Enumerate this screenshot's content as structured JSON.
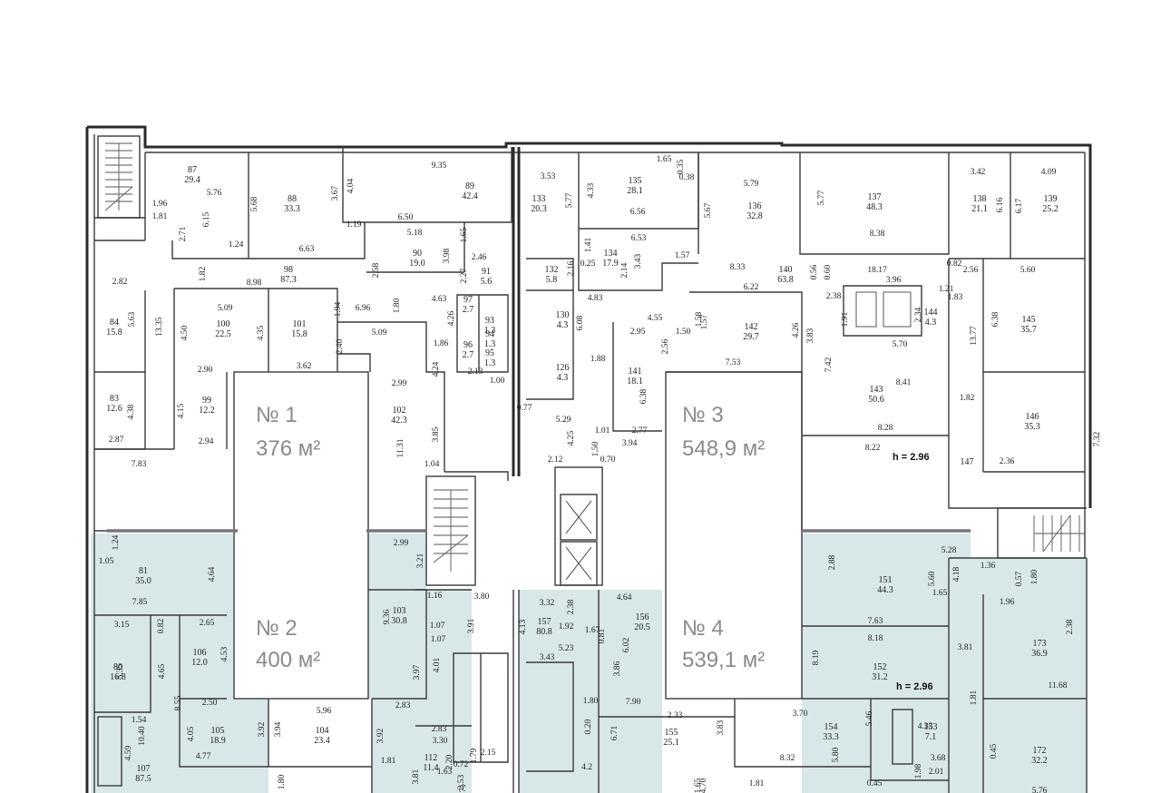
{
  "colors": {
    "shaded_zone": "#d8e7e7",
    "walls": "#3a3a3a",
    "divider": "#7a7a7a",
    "unit_label": "#8a8a8a"
  },
  "units": [
    {
      "id": "u1",
      "title": "№ 1",
      "area": "376 м²"
    },
    {
      "id": "u2",
      "title": "№ 2",
      "area": "400 м²"
    },
    {
      "id": "u3",
      "title": "№ 3",
      "area": "548,9 м²"
    },
    {
      "id": "u4",
      "title": "№ 4",
      "area": "539,1 м²"
    }
  ],
  "heights": [
    "h = 2.96",
    "h = 2.96"
  ],
  "rooms": [
    {
      "num": "87",
      "area": "29.4"
    },
    {
      "num": "88",
      "area": "33.3"
    },
    {
      "num": "89",
      "area": "42.4"
    },
    {
      "num": "90",
      "area": "19.0"
    },
    {
      "num": "91",
      "area": "5.6"
    },
    {
      "num": "98",
      "area": "87.3"
    },
    {
      "num": "84",
      "area": "15.8"
    },
    {
      "num": "100",
      "area": "22.5"
    },
    {
      "num": "101",
      "area": "15.8"
    },
    {
      "num": "83",
      "area": "12.6"
    },
    {
      "num": "99",
      "area": "12.2"
    },
    {
      "num": "102",
      "area": "42.3"
    },
    {
      "num": "97",
      "area": "2.7"
    },
    {
      "num": "96",
      "area": "2.7"
    },
    {
      "num": "93",
      "area": "1.3"
    },
    {
      "num": "94",
      "area": "1.3"
    },
    {
      "num": "95",
      "area": "1.3"
    },
    {
      "num": "133",
      "area": "20.3"
    },
    {
      "num": "135",
      "area": "28.1"
    },
    {
      "num": "136",
      "area": "32.8"
    },
    {
      "num": "137",
      "area": "48.3"
    },
    {
      "num": "138",
      "area": "21.1"
    },
    {
      "num": "139",
      "area": "25.2"
    },
    {
      "num": "132",
      "area": "5.8"
    },
    {
      "num": "134",
      "area": "17.9"
    },
    {
      "num": "130",
      "area": "4.3"
    },
    {
      "num": "126",
      "area": "4.3"
    },
    {
      "num": "140",
      "area": "63.8"
    },
    {
      "num": "142",
      "area": "29.7"
    },
    {
      "num": "141",
      "area": "18.1"
    },
    {
      "num": "143",
      "area": "50.6"
    },
    {
      "num": "144",
      "area": "4.3"
    },
    {
      "num": "145",
      "area": "35.7"
    },
    {
      "num": "146",
      "area": "35.3"
    },
    {
      "num": "147",
      "area": ""
    },
    {
      "num": "81",
      "area": "35.0"
    },
    {
      "num": "103",
      "area": "30.8"
    },
    {
      "num": "80",
      "area": "16.8"
    },
    {
      "num": "106",
      "area": "12.0"
    },
    {
      "num": "105",
      "area": "18.9"
    },
    {
      "num": "104",
      "area": "23.4"
    },
    {
      "num": "107",
      "area": "87.5"
    },
    {
      "num": "112",
      "area": "11.4"
    },
    {
      "num": "157",
      "area": "80.8"
    },
    {
      "num": "156",
      "area": "20.5"
    },
    {
      "num": "155",
      "area": "25.1"
    },
    {
      "num": "151",
      "area": "44.3"
    },
    {
      "num": "152",
      "area": "31.2"
    },
    {
      "num": "154",
      "area": "33.3"
    },
    {
      "num": "153",
      "area": "7.1"
    },
    {
      "num": "173",
      "area": "36.9"
    },
    {
      "num": "172",
      "area": "32.2"
    }
  ],
  "dims": [
    "5.76",
    "1.96",
    "1.81",
    "6.15",
    "2.71",
    "1.24",
    "5.68",
    "3.67",
    "4.04",
    "9.35",
    "6.50",
    "1.19",
    "5.18",
    "6.63",
    "1.65",
    "2.58",
    "3.98",
    "2.46",
    "2.27",
    "1.82",
    "8.98",
    "2.82",
    "5.63",
    "5.09",
    "13.35",
    "4.50",
    "4.35",
    "1.94",
    "6.96",
    "1.80",
    "4.63",
    "4.26",
    "2.40",
    "5.09",
    "1.86",
    "4.24",
    "2.90",
    "3.62",
    "2.13",
    "1.00",
    "2.99",
    "4.38",
    "4.15",
    "2.87",
    "2.94",
    "11.31",
    "3.85",
    "7.83",
    "1.04",
    "3.53",
    "5.77",
    "4.33",
    "6.56",
    "1.65",
    "0.35",
    "0.38",
    "5.79",
    "5.67",
    "5.77",
    "3.42",
    "4.09",
    "6.16",
    "6.17",
    "6.53",
    "1.41",
    "0.25",
    "3.43",
    "2.14",
    "2.16",
    "1.57",
    "8.33",
    "8.38",
    "0.56",
    "0.60",
    "18.17",
    "0.82",
    "2.56",
    "3.96",
    "5.60",
    "6.22",
    "2.38",
    "1.21",
    "4.83",
    "6.08",
    "4.55",
    "1.58",
    "1.57",
    "2.95",
    "1.50",
    "2.56",
    "1.91",
    "2.34",
    "1.83",
    "6.38",
    "13.77",
    "3.83",
    "4.26",
    "7.53",
    "5.70",
    "7.42",
    "1.88",
    "8.41",
    "6.38",
    "5.29",
    "1.01",
    "2.77",
    "0.77",
    "4.25",
    "3.94",
    "8.28",
    "1.82",
    "7.32",
    "2.12",
    "0.70",
    "1.50",
    "8.22",
    "2.36",
    "2.99",
    "3.21",
    "1.24",
    "1.05",
    "4.64",
    "7.85",
    "9.36",
    "1.16",
    "3.80",
    "3.32",
    "2.38",
    "4.64",
    "3.15",
    "0.82",
    "2.65",
    "5.35",
    "4.65",
    "4.53",
    "1.07",
    "1.07",
    "3.91",
    "4.13",
    "1.92",
    "1.67",
    "0.81",
    "5.23",
    "3.43",
    "6.02",
    "3.86",
    "1.80",
    "8.55",
    "2.50",
    "3.97",
    "4.01",
    "2.83",
    "1.54",
    "10.40",
    "4.05",
    "3.92",
    "3.94",
    "5.96",
    "3.92",
    "2.83",
    "3.30",
    "4.59",
    "4.77",
    "1.81",
    "1.80",
    "3.81",
    "0.72",
    "2.20",
    "2.53",
    "1.71",
    "1.63",
    "1.79",
    "2.15",
    "4.2",
    "0.20",
    "7.90",
    "2.33",
    "6.71",
    "3.83",
    "3.70",
    "8.32",
    "5.80",
    "0.45",
    "4.70",
    "1.81",
    "2.88",
    "5.28",
    "1.36",
    "4.18",
    "1.65",
    "0.57",
    "1.80",
    "1.96",
    "2.38",
    "7.63",
    "8.18",
    "8.19",
    "3.81",
    "1.81",
    "11.68",
    "5.46",
    "4.33",
    "3.68",
    "2.01",
    "1.98",
    "0.45",
    "5.76",
    "5.60",
    "1.65",
    "1.81"
  ]
}
